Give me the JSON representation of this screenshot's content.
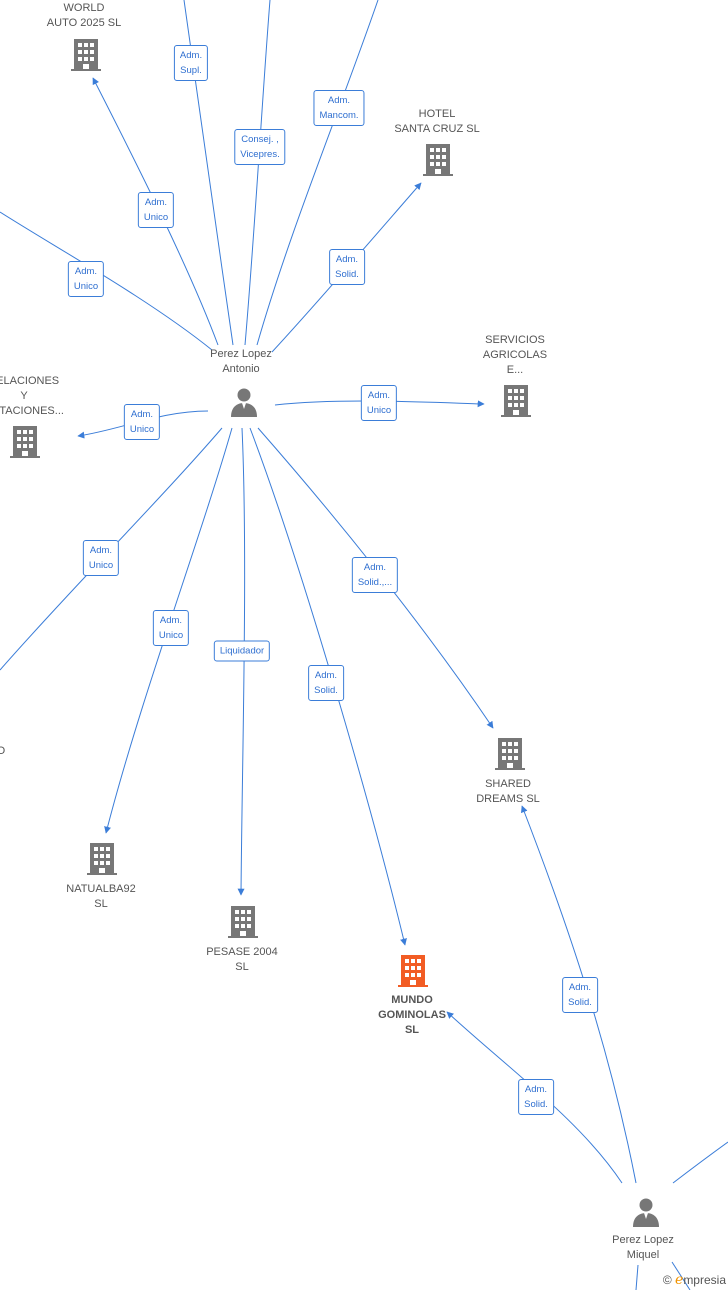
{
  "colors": {
    "edge": "#3b7dd8",
    "building": "#777777",
    "highlight": "#f25c24",
    "person": "#777777"
  },
  "nodes": {
    "world_auto": {
      "label": "WORLD\nAUTO 2025  SL",
      "icon": "building-icon"
    },
    "hotel": {
      "label": "HOTEL\nSANTA CRUZ SL",
      "icon": "building-icon"
    },
    "perez_antonio": {
      "label": "Perez Lopez\nAntonio",
      "icon": "person-icon"
    },
    "servicios": {
      "label": "SERVICIOS\nAGRICOLAS\nE...",
      "icon": "building-icon"
    },
    "velaciones": {
      "label": "VELACIONES\nY\nACTACIONES...",
      "icon": "building-icon"
    },
    "natualba": {
      "label": "NATUALBA92\nSL",
      "icon": "building-icon"
    },
    "pesase": {
      "label": "PESASE 2004\nSL",
      "icon": "building-icon"
    },
    "mundo": {
      "label": "MUNDO\nGOMINOLAS\nSL",
      "icon": "building-icon"
    },
    "shared": {
      "label": "SHARED\nDREAMS SL",
      "icon": "building-icon"
    },
    "perez_miquel": {
      "label": "Perez Lopez\nMiquel",
      "icon": "person-icon"
    },
    "left_partial": {
      "label": "O"
    }
  },
  "edges": {
    "adm_supl": "Adm.\nSupl.",
    "consej": "Consej. ,\nVicepres.",
    "adm_mancom": "Adm.\nMancom.",
    "adm_unico_world": "Adm.\nUnico",
    "adm_solid_hotel": "Adm.\nSolid.",
    "adm_unico_left": "Adm.\nUnico",
    "adm_unico_serv": "Adm.\nUnico",
    "adm_unico_velac": "Adm.\nUnico",
    "adm_unico_lowleft": "Adm.\nUnico",
    "adm_unico_natualba": "Adm.\nUnico",
    "liquidador": "Liquidador",
    "adm_solid_mundo": "Adm.\nSolid.",
    "adm_solid_shared": "Adm.\nSolid.,...",
    "adm_solid_miquel_shared": "Adm.\nSolid.",
    "adm_solid_miquel_mundo": "Adm.\nSolid."
  },
  "brand": {
    "copyright": "©",
    "e": "e",
    "rest": "mpresia"
  }
}
